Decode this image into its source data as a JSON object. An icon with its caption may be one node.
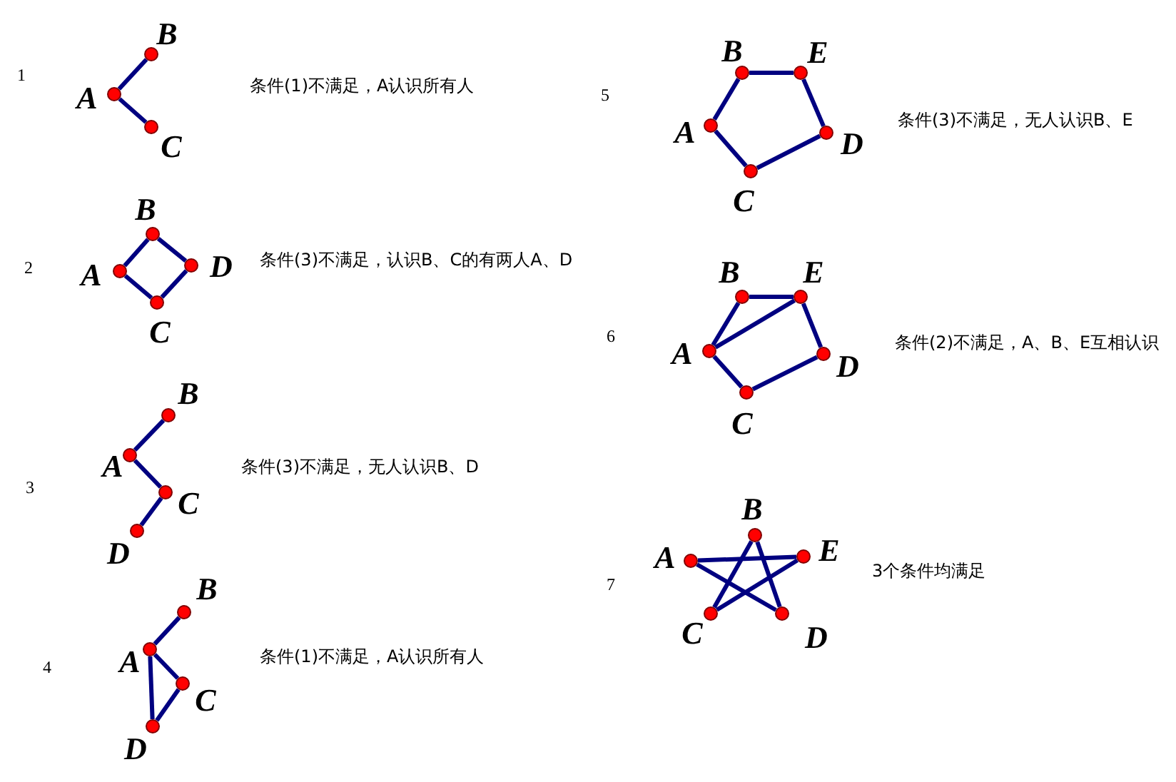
{
  "diagram": {
    "nodes": [
      {
        "text": [
          "B"
        ]
      },
      {
        "text": [
          "A"
        ]
      },
      {
        "text": [
          "C"
        ]
      },
      {
        "text": [
          "B"
        ]
      },
      {
        "text": [
          "A"
        ]
      },
      {
        "text": [
          "D"
        ]
      },
      {
        "text": [
          "C"
        ]
      },
      {
        "text": [
          "B"
        ]
      },
      {
        "text": [
          "A"
        ]
      },
      {
        "text": [
          "C"
        ]
      },
      {
        "text": [
          "D"
        ]
      },
      {
        "text": [
          "B"
        ]
      },
      {
        "text": [
          "A"
        ]
      },
      {
        "text": [
          "C"
        ]
      },
      {
        "text": [
          "D"
        ]
      },
      {
        "text": [
          "B"
        ]
      },
      {
        "text": [
          "E"
        ]
      },
      {
        "text": [
          "A"
        ]
      },
      {
        "text": [
          "D"
        ]
      },
      {
        "text": [
          "C"
        ]
      },
      {
        "text": [
          "B"
        ]
      },
      {
        "text": [
          "E"
        ]
      },
      {
        "text": [
          "A"
        ]
      },
      {
        "text": [
          "D"
        ]
      },
      {
        "text": [
          "C"
        ]
      },
      {
        "text": [
          "B"
        ]
      },
      {
        "text": [
          "A"
        ]
      },
      {
        "text": [
          "E"
        ]
      },
      {
        "text": [
          "C"
        ]
      },
      {
        "text": [
          "D"
        ]
      }
    ],
    "edges": [
      {
        "from": 1,
        "to": 0,
        "arrow": "none"
      },
      {
        "from": 1,
        "to": 2,
        "arrow": "none"
      },
      {
        "from": 4,
        "to": 3,
        "arrow": "none"
      },
      {
        "from": 3,
        "to": 5,
        "arrow": "none"
      },
      {
        "from": 5,
        "to": 6,
        "arrow": "none"
      },
      {
        "from": 6,
        "to": 4,
        "arrow": "none"
      },
      {
        "from": 8,
        "to": 7,
        "arrow": "none"
      },
      {
        "from": 8,
        "to": 9,
        "arrow": "none"
      },
      {
        "from": 9,
        "to": 10,
        "arrow": "none"
      },
      {
        "from": 12,
        "to": 11,
        "arrow": "none"
      },
      {
        "from": 12,
        "to": 13,
        "arrow": "none"
      },
      {
        "from": 13,
        "to": 14,
        "arrow": "none"
      },
      {
        "from": 14,
        "to": 12,
        "arrow": "none"
      },
      {
        "from": 17,
        "to": 15,
        "arrow": "none"
      },
      {
        "from": 15,
        "to": 16,
        "arrow": "none"
      },
      {
        "from": 16,
        "to": 18,
        "arrow": "none"
      },
      {
        "from": 18,
        "to": 19,
        "arrow": "none"
      },
      {
        "from": 19,
        "to": 17,
        "arrow": "none"
      },
      {
        "from": 22,
        "to": 20,
        "arrow": "none"
      },
      {
        "from": 20,
        "to": 21,
        "arrow": "none"
      },
      {
        "from": 21,
        "to": 23,
        "arrow": "none"
      },
      {
        "from": 23,
        "to": 24,
        "arrow": "none"
      },
      {
        "from": 24,
        "to": 22,
        "arrow": "none"
      },
      {
        "from": 22,
        "to": 21,
        "arrow": "none"
      },
      {
        "from": 26,
        "to": 27,
        "arrow": "none"
      },
      {
        "from": 26,
        "to": 29,
        "arrow": "none"
      },
      {
        "from": 25,
        "to": 28,
        "arrow": "none"
      },
      {
        "from": 25,
        "to": 29,
        "arrow": "none"
      },
      {
        "from": 28,
        "to": 27,
        "arrow": "none"
      }
    ],
    "labels": [
      "1",
      "条件(1)不满足，A认识所有人",
      "5",
      "条件(3)不满足，无人认识B、E",
      "2",
      "条件(3)不满足，认识B、C的有两人A、D",
      "6",
      "条件(2)不满足，A、B、E互相认识",
      "3",
      "条件(3)不满足，无人认识B、D",
      "7",
      "3个条件均满足",
      "4",
      "条件(1)不满足，A认识所有人"
    ]
  }
}
